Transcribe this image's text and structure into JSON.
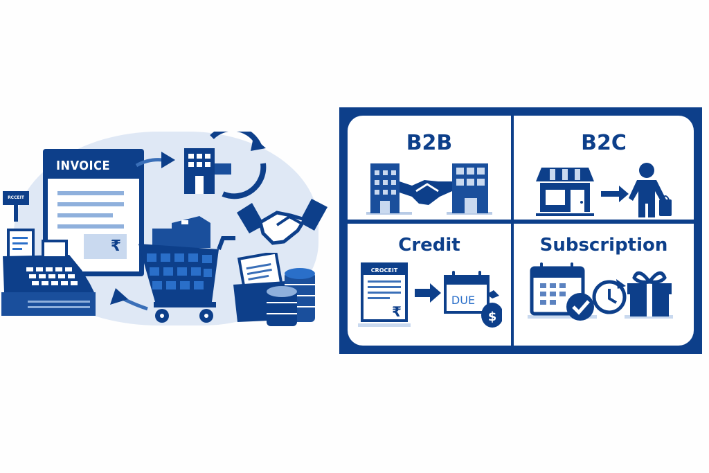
{
  "illustration": {
    "invoice_title": "INVOICE",
    "invoice_currency": "₹",
    "sign_label": "RCCEIT",
    "icons": [
      "cash-register-icon",
      "invoice-document-icon",
      "office-building-icon",
      "cycle-arrows-icon",
      "handshake-icon",
      "shopping-cart-icon",
      "wallet-icon",
      "coin-stack-icon"
    ]
  },
  "grid": {
    "cells": [
      {
        "title": "B2B",
        "icons": [
          "office-building-icon",
          "handshake-icon",
          "office-building-icon"
        ]
      },
      {
        "title": "B2C",
        "icons": [
          "storefront-icon",
          "arrow-right-icon",
          "shopper-icon"
        ]
      },
      {
        "title": "Credit",
        "doc_label": "CROCEIT",
        "currency": "₹",
        "due_label": "DUE",
        "money": "$",
        "icons": [
          "credit-document-icon",
          "arrow-right-icon",
          "calendar-due-icon",
          "money-bag-icon"
        ]
      },
      {
        "title": "Subscription",
        "icons": [
          "calendar-icon",
          "check-icon",
          "clock-renew-icon",
          "gift-icon"
        ]
      }
    ]
  },
  "colors": {
    "primary": "#0d3f8a",
    "light": "#dfe8f5",
    "mid": "#8fb0dc",
    "bright": "#2a6fc9"
  }
}
